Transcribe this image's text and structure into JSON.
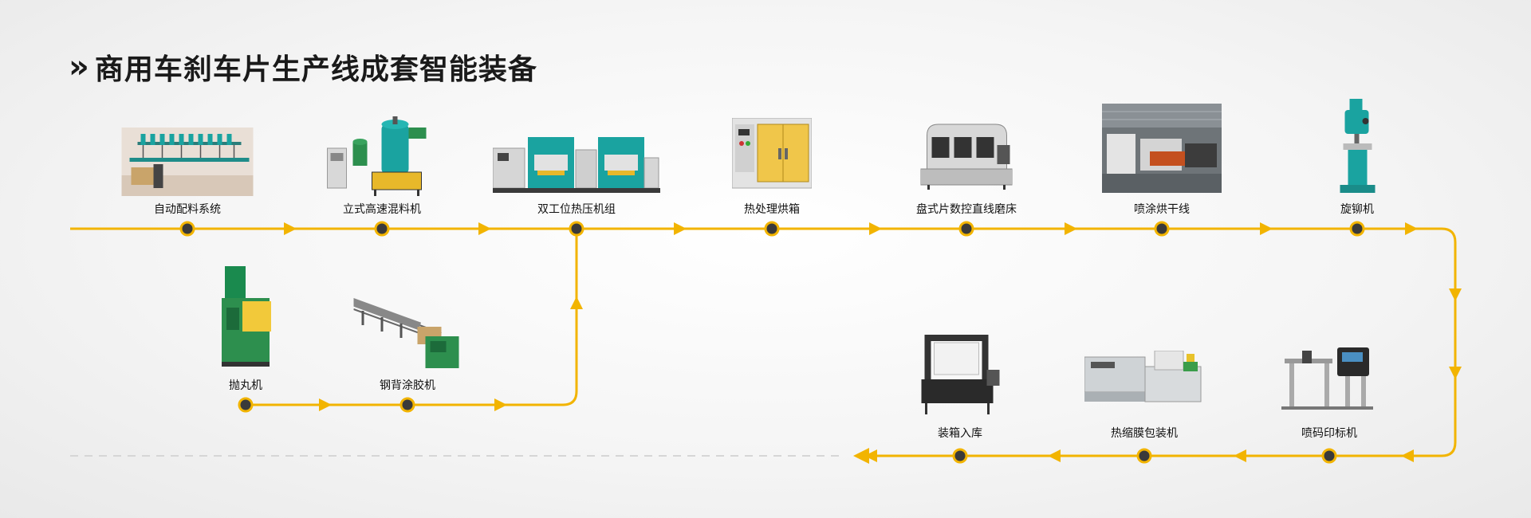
{
  "title": "商用车刹车片生产线成套智能装备",
  "colors": {
    "flow_line": "#F2B400",
    "node_fill": "#3a3a3a",
    "title": "#1a1a1a",
    "machine_teal": "#1aa3a0",
    "machine_yellow": "#e8b82a",
    "machine_green": "#2d8f4e"
  },
  "steps": [
    {
      "label": "自动配料系统",
      "icon": "batching-system-image"
    },
    {
      "label": "立式高速混料机",
      "icon": "vertical-mixer-image"
    },
    {
      "label": "双工位热压机组",
      "icon": "double-station-press-image"
    },
    {
      "label": "热处理烘箱",
      "icon": "heat-treatment-oven-image"
    },
    {
      "label": "盘式片数控直线磨床",
      "icon": "cnc-grinder-image"
    },
    {
      "label": "喷涂烘干线",
      "icon": "spray-drying-line-image"
    },
    {
      "label": "旋铆机",
      "icon": "riveting-machine-image"
    },
    {
      "label": "喷码印标机",
      "icon": "inkjet-printer-image"
    },
    {
      "label": "热缩膜包装机",
      "icon": "shrink-wrap-machine-image"
    },
    {
      "label": "装箱入库",
      "icon": "strapping-machine-image"
    }
  ],
  "pre_steps": [
    {
      "label": "抛丸机",
      "icon": "shot-blasting-machine-image"
    },
    {
      "label": "钢背涂胶机",
      "icon": "gluing-machine-image"
    }
  ]
}
